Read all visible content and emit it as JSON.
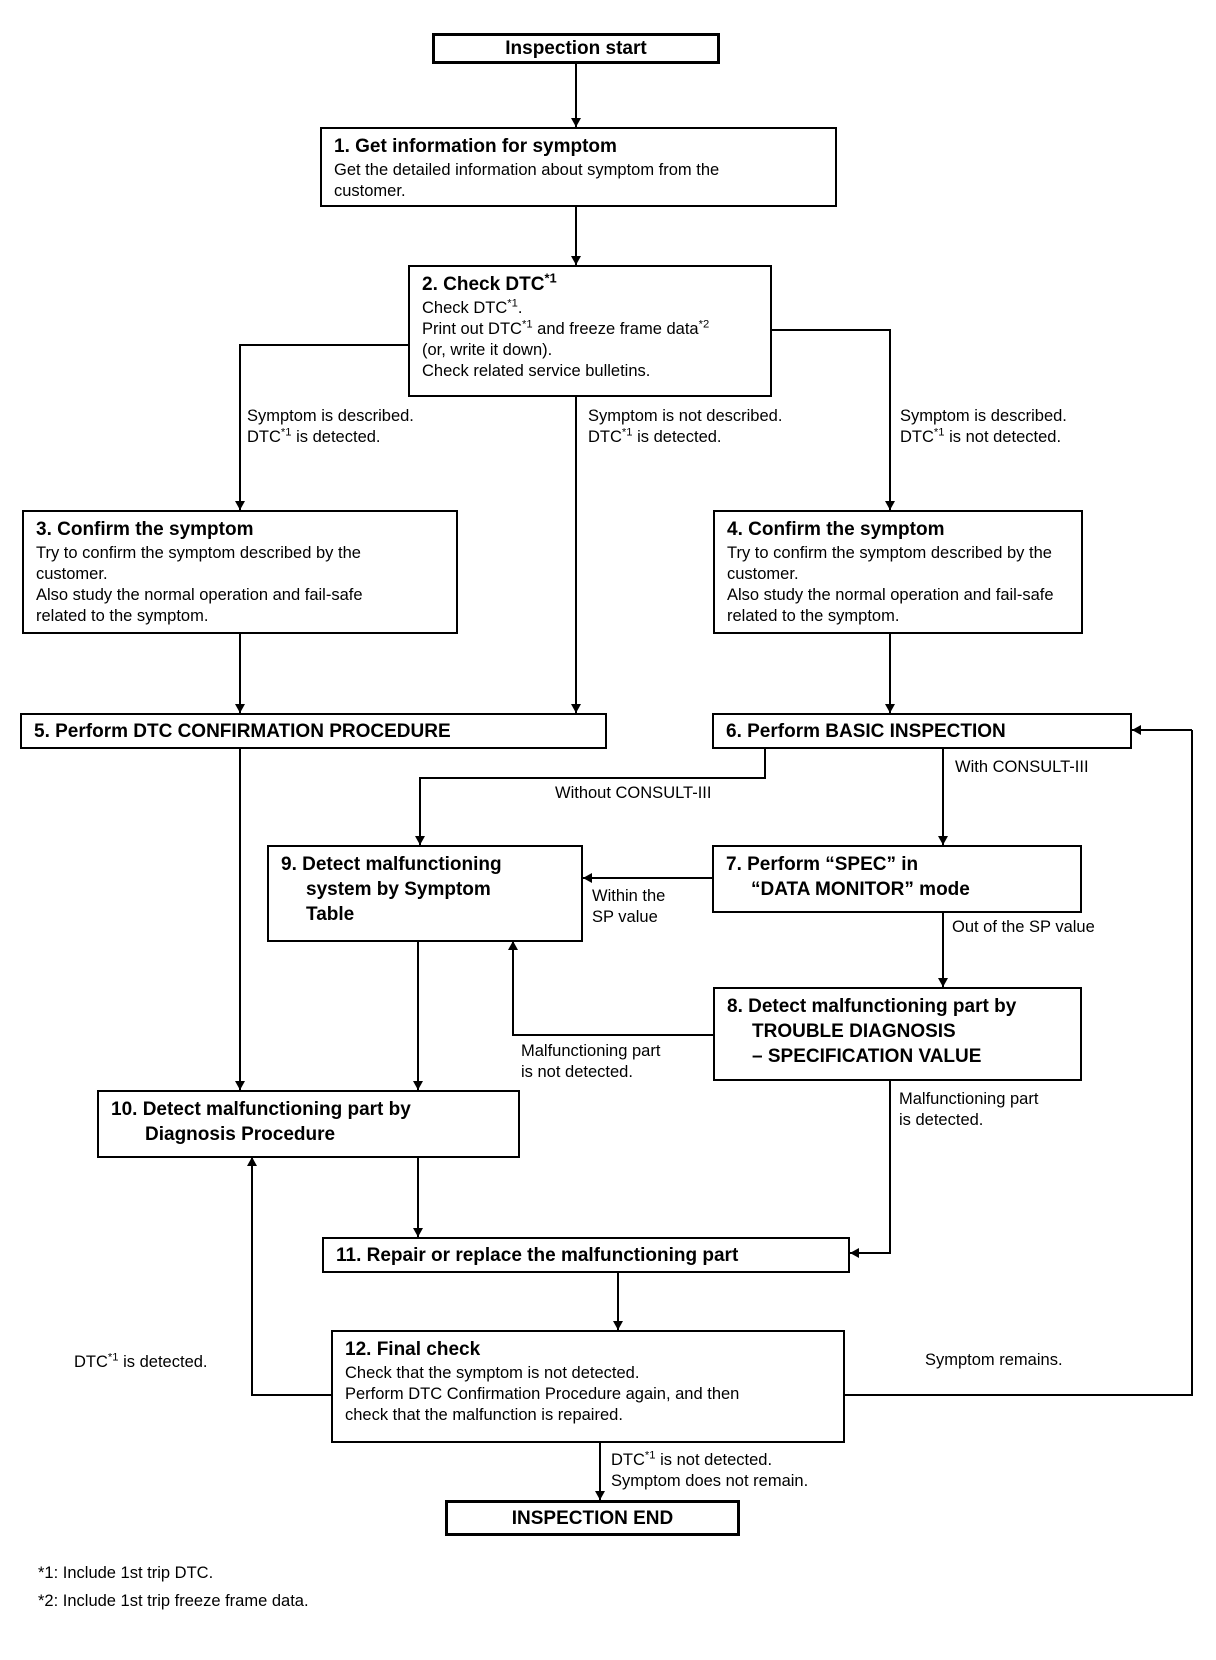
{
  "flowchart": {
    "start_label": "Inspection start",
    "end_label": "INSPECTION END",
    "steps": {
      "s1": {
        "title": "1. Get information for symptom",
        "body": "Get the detailed information about symptom from the\ncustomer."
      },
      "s2": {
        "title": "2. Check DTC*1",
        "body": "Check DTC*1.\nPrint out DTC*1 and freeze frame data*2\n(or, write it down).\nCheck related service bulletins."
      },
      "s3": {
        "title": "3. Confirm the symptom",
        "body": "Try to confirm the symptom described by the\ncustomer.\nAlso study the normal operation and fail-safe\nrelated to the symptom."
      },
      "s4": {
        "title": "4. Confirm the symptom",
        "body": "Try to confirm the symptom described by the\ncustomer.\nAlso study the normal operation and fail-safe\nrelated to the symptom."
      },
      "s5": {
        "title": "5. Perform DTC CONFIRMATION PROCEDURE"
      },
      "s6": {
        "title": "6. Perform BASIC INSPECTION"
      },
      "s7": {
        "title": "7. Perform “SPEC” in\n“DATA MONITOR” mode"
      },
      "s8": {
        "title": "8. Detect malfunctioning part by\nTROUBLE DIAGNOSIS\n– SPECIFICATION VALUE"
      },
      "s9": {
        "title": "9. Detect malfunctioning\nsystem by Symptom\nTable"
      },
      "s10": {
        "title": "10. Detect malfunctioning part by\nDiagnosis Procedure"
      },
      "s11": {
        "title": "11. Repair or replace the malfunctioning part"
      },
      "s12": {
        "title": "12. Final check",
        "body": "Check that the symptom is not detected.\nPerform DTC Confirmation Procedure again, and then\ncheck that the malfunction is repaired."
      }
    },
    "edge_labels": {
      "symptom_described_dtc_detected": "Symptom is described.\nDTC*1 is detected.",
      "symptom_not_described_dtc_detected": "Symptom is not described.\nDTC*1 is detected.",
      "symptom_described_dtc_not_detected": "Symptom is described.\nDTC*1 is not detected.",
      "without_consult": "Without CONSULT-III",
      "with_consult": "With CONSULT-III",
      "within_sp": "Within the\nSP value",
      "out_of_sp": "Out of the SP value",
      "part_not_detected": "Malfunctioning part\nis not detected.",
      "part_detected": "Malfunctioning part\nis detected.",
      "dtc_detected": "DTC*1 is detected.",
      "symptom_remains": "Symptom remains.",
      "dtc_not_detected_no_symptom": "DTC*1 is not detected.\nSymptom does not remain."
    },
    "footnotes": [
      "*1: Include 1st trip DTC.",
      "*2: Include 1st trip freeze frame data."
    ],
    "colors": {
      "line": "#000000",
      "background": "#ffffff"
    }
  }
}
